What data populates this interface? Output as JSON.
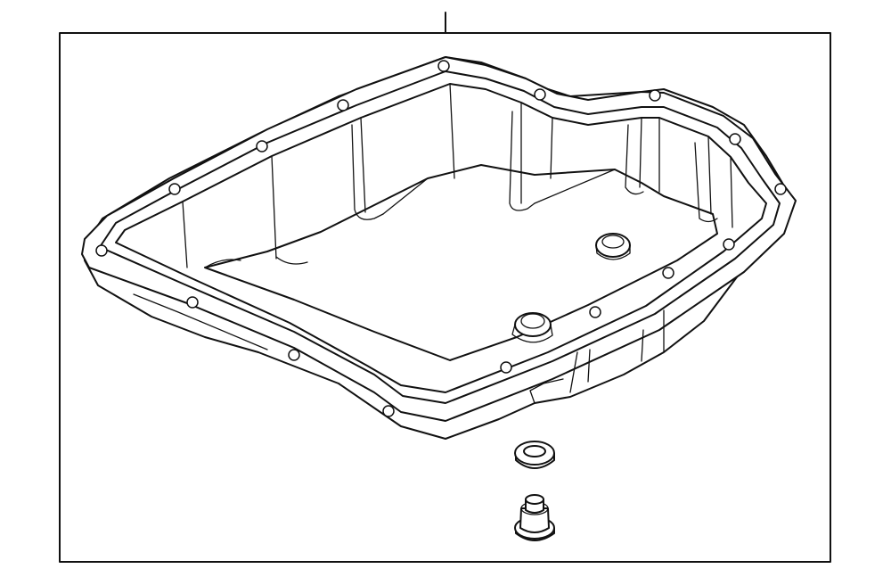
{
  "diagram": {
    "parts": [
      {
        "id": "oil-pan",
        "icon": "oil-pan-icon"
      },
      {
        "id": "drain-plug-gasket",
        "icon": "gasket-ring-icon"
      },
      {
        "id": "drain-plug",
        "icon": "drain-plug-icon"
      }
    ],
    "callout_count": 1,
    "line_color": "#111111",
    "background_color": "#ffffff"
  }
}
